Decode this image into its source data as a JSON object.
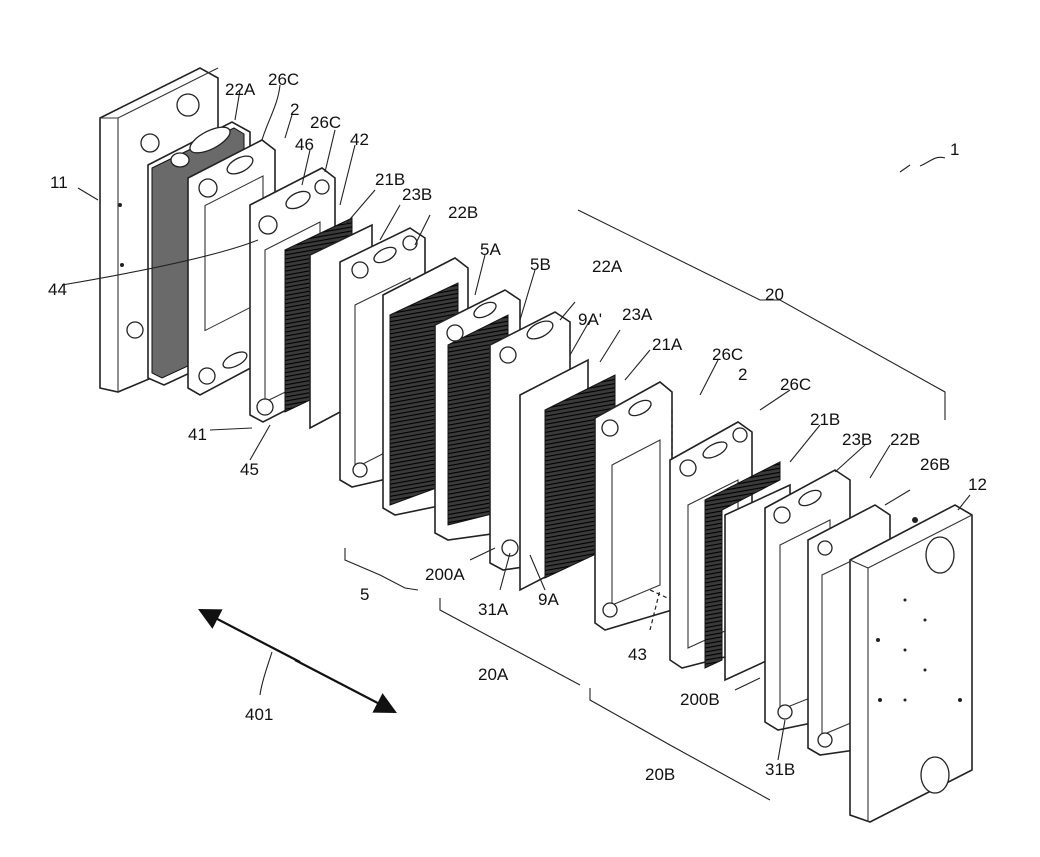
{
  "figure": {
    "reference_labels": {
      "l1": "1",
      "l2a": "2",
      "l2b": "2",
      "l5": "5",
      "l5A": "5A",
      "l5B": "5B",
      "l9A": "9A",
      "l9Ap": "9A'",
      "l11": "11",
      "l12": "12",
      "l20": "20",
      "l20A": "20A",
      "l20B": "20B",
      "l21A": "21A",
      "l21Ba": "21B",
      "l21Bb": "21B",
      "l22Aa": "22A",
      "l22Ab": "22A",
      "l22Ba": "22B",
      "l22Bb": "22B",
      "l23A": "23A",
      "l23Ba": "23B",
      "l23Bb": "23B",
      "l26Ca": "26C",
      "l26Cb": "26C",
      "l26Cc": "26C",
      "l26Cd": "26C",
      "l26B": "26B",
      "l31A": "31A",
      "l31B": "31B",
      "l41": "41",
      "l42": "42",
      "l43": "43",
      "l44": "44",
      "l45": "45",
      "l46": "46",
      "l200A": "200A",
      "l200B": "200B",
      "l401": "401"
    }
  }
}
